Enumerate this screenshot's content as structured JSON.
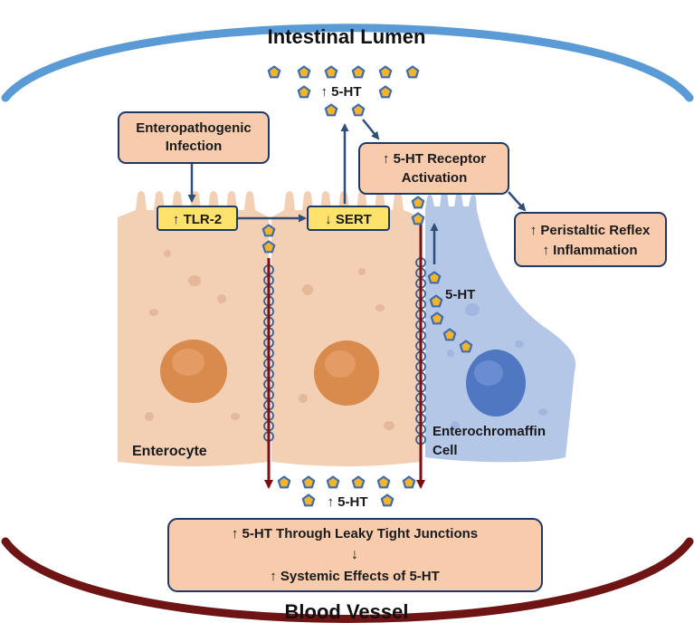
{
  "title_top": "Intestinal Lumen",
  "title_bottom": "Blood Vessel",
  "boxes": {
    "infection": {
      "line1": "Enteropathogenic",
      "line2": "Infection"
    },
    "tlr2": "↑ TLR-2",
    "sert": "↓ SERT",
    "receptor": {
      "line1": "↑ 5-HT Receptor",
      "line2": "Activation"
    },
    "effects": {
      "line1": "↑ Peristaltic Reflex",
      "line2": "↑ Inflammation"
    },
    "bottom": {
      "line1": "↑ 5-HT Through Leaky Tight Junctions",
      "line2": "↓",
      "line3": "↑ Systemic Effects of 5-HT"
    }
  },
  "labels": {
    "lumen_5ht": "↑ 5-HT",
    "ec_5ht": "5-HT",
    "blood_5ht": "↑ 5-HT",
    "enterocyte": "Enterocyte",
    "ec_cell_line1": "Enterochromaffin",
    "ec_cell_line2": "Cell"
  },
  "colors": {
    "lumen_arc": "#5b9bd5",
    "vessel_arc": "#6e1414",
    "box_fill": "#f8cbad",
    "box_border": "#203864",
    "yellow_box": "#ffe26b",
    "enterocyte": "#f3cfb3",
    "ec_cell": "#b4c7e7",
    "pentagon_fill": "#f2b42a",
    "pentagon_stroke": "#3f6bb0",
    "arrow_blue": "#2f4f7a",
    "arrow_red": "#7a0f14"
  }
}
